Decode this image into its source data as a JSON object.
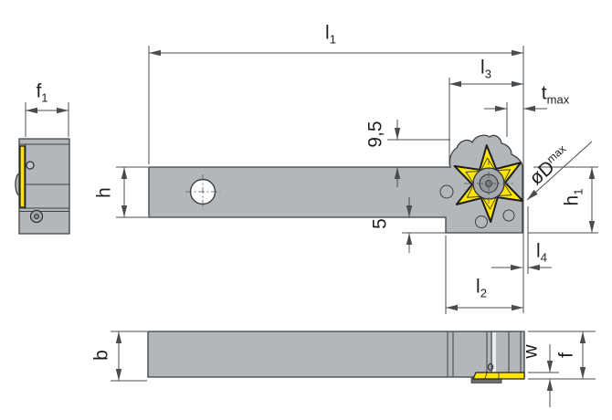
{
  "drawing": {
    "labels": {
      "l1": {
        "base": "l",
        "sub": "1"
      },
      "f1": {
        "base": "f",
        "sub": "1"
      },
      "l3": {
        "base": "l",
        "sub": "3"
      },
      "t_max": {
        "base": "t",
        "sub": "max"
      },
      "depth_9_5": "9,5",
      "h": "h",
      "depth_5": "5",
      "d_max": {
        "base": "øD",
        "sup": "max"
      },
      "h1": {
        "base": "h",
        "sub": "1"
      },
      "l4": {
        "base": "l",
        "sub": "4"
      },
      "l2": {
        "base": "l",
        "sub": "2"
      },
      "b": "b",
      "w": "w",
      "f": "f"
    },
    "colors": {
      "body_gray": "#b4b7b9",
      "insert_yellow": "#ffe600",
      "outline": "#3c4043",
      "dimension": "#4a4d50",
      "background": "#ffffff"
    }
  }
}
